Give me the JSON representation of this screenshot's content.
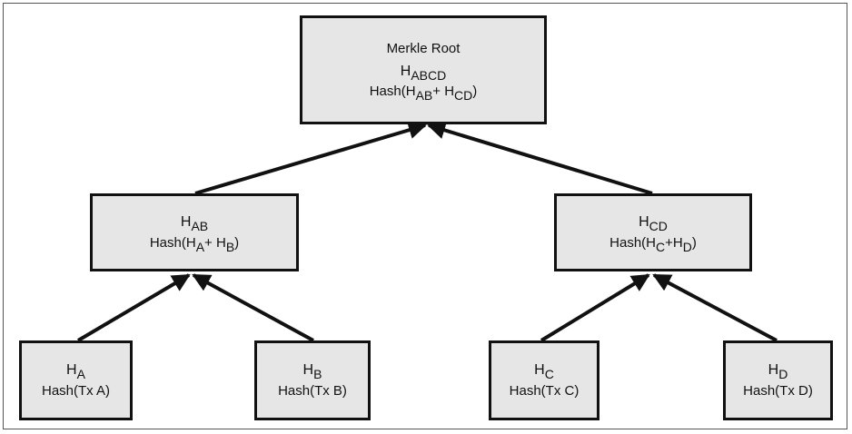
{
  "colors": {
    "node_fill": "#e6e6e6",
    "node_border": "#111111",
    "edge": "#111111"
  },
  "root": {
    "caption": "Merkle Root",
    "hash": {
      "sym": "H",
      "sub": "ABCD"
    },
    "formula": {
      "pre": "Hash(H",
      "a": "AB",
      "mid": "+ H",
      "b": "CD",
      "post": ")"
    }
  },
  "ab": {
    "hash": {
      "sym": "H",
      "sub": "AB"
    },
    "formula": {
      "pre": "Hash(H",
      "a": "A",
      "mid": "+ H",
      "b": "B",
      "post": ")"
    }
  },
  "cd": {
    "hash": {
      "sym": "H",
      "sub": "CD"
    },
    "formula": {
      "pre": "Hash(H",
      "a": "C",
      "mid": "+H",
      "b": "D",
      "post": ")"
    }
  },
  "leaves": [
    {
      "hash": {
        "sym": "H",
        "sub": "A"
      },
      "label": "Hash(Tx A)"
    },
    {
      "hash": {
        "sym": "H",
        "sub": "B"
      },
      "label": "Hash(Tx B)"
    },
    {
      "hash": {
        "sym": "H",
        "sub": "C"
      },
      "label": "Hash(Tx C)"
    },
    {
      "hash": {
        "sym": "H",
        "sub": "D"
      },
      "label": "Hash(Tx D)"
    }
  ]
}
